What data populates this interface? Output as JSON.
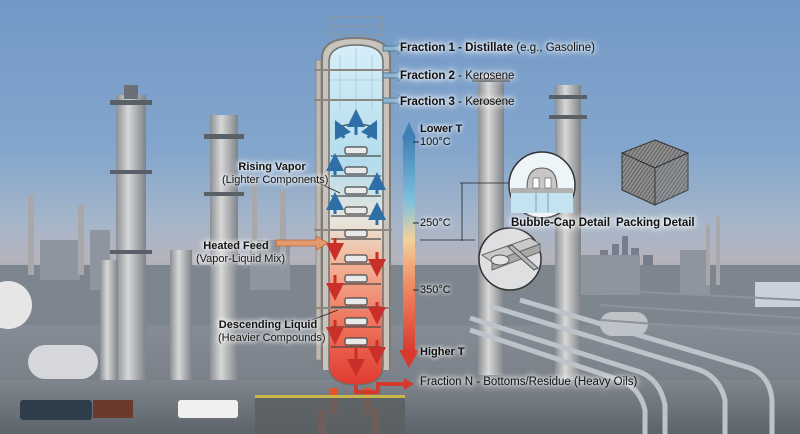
{
  "diagram": {
    "subject": "Fractional distillation column",
    "fractions": [
      {
        "name": "Fraction 1",
        "desc": "Distillate",
        "note": "(e.g., Gasoline)"
      },
      {
        "name": "Fraction 2",
        "desc": "Kerosene",
        "note": ""
      },
      {
        "name": "Fraction 3",
        "desc": "Kerosene",
        "note": ""
      },
      {
        "name": "Fraction N",
        "desc": "Bottoms/Residue",
        "note": "(Heavy Oils)"
      }
    ],
    "fraction_labels": {
      "f1_bold": "Fraction 1 - Distillate",
      "f1_note": " (e.g., Gasoline)",
      "f2_bold": "Fraction 2",
      "f2_rest": " - Kerosene",
      "f3_bold": "Fraction 3",
      "f3_rest": " - Kerosene",
      "fn_full": "Fraction N - Bottoms/Residue (Heavy Oils)"
    },
    "callouts": {
      "rising_vapor": {
        "title": "Rising Vapor",
        "sub": "(Lighter Components)"
      },
      "heated_feed": {
        "title": "Heated Feed",
        "sub": "(Vapor-Liquid Mix)"
      },
      "descending_liquid": {
        "title": "Descending Liquid",
        "sub": "(Heavier Compounds)"
      }
    },
    "temperature_scale": {
      "top_label": "Lower T",
      "bottom_label": "Higher T",
      "ticks": [
        "100°C",
        "250°C",
        "350°C"
      ],
      "gradient_colors": [
        "#3f7fb5",
        "#7fc0dc",
        "#f3d19a",
        "#f0885f",
        "#d93a2e"
      ]
    },
    "details": {
      "bubble_cap": "Bubble-Cap Detail",
      "packing": "Packing Detail"
    },
    "colors": {
      "vapor_arrow": "#2f6fa8",
      "liquid_arrow": "#c9302a",
      "column_top": "#bfe3f2",
      "column_bottom": "#e8473a",
      "feed_arrow": "#e49a6e"
    }
  }
}
